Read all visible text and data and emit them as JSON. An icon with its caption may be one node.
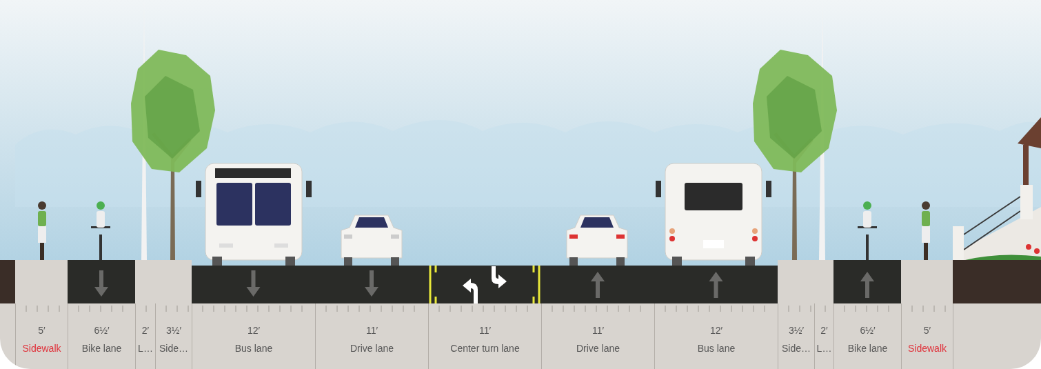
{
  "diagram": {
    "nodes": [
      {
        "text": [
          "5′",
          "Sidewalk"
        ]
      },
      {
        "text": [
          "6½′",
          "Bike lane"
        ]
      },
      {
        "text": [
          "2′",
          "L…"
        ]
      },
      {
        "text": [
          "3½′",
          "Side…"
        ]
      },
      {
        "text": [
          "12′",
          "Bus lane"
        ]
      },
      {
        "text": [
          "11′",
          "Drive lane"
        ]
      },
      {
        "text": [
          "11′",
          "Center turn lane"
        ]
      },
      {
        "text": [
          "11′",
          "Drive lane"
        ]
      },
      {
        "text": [
          "12′",
          "Bus lane"
        ]
      },
      {
        "text": [
          "3½′",
          "Side…"
        ]
      },
      {
        "text": [
          "2′",
          "L…"
        ]
      },
      {
        "text": [
          "6½′",
          "Bike lane"
        ]
      },
      {
        "text": [
          "5′",
          "Sidewalk"
        ]
      }
    ]
  }
}
